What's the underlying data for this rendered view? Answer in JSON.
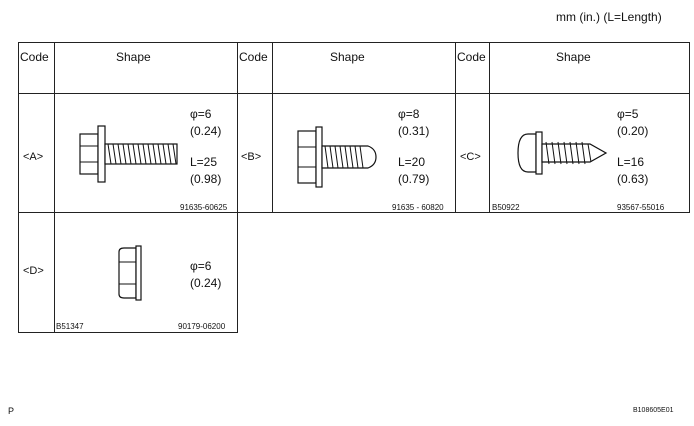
{
  "units_note": "mm (in.) (L=Length)",
  "headers": {
    "code": "Code",
    "shape": "Shape"
  },
  "fasteners": [
    {
      "code": "<A>",
      "dia": "φ=6",
      "dia_in": "(0.24)",
      "len": "L=25",
      "len_in": "(0.98)",
      "part": "91635-60625",
      "ref": ""
    },
    {
      "code": "<B>",
      "dia": "φ=8",
      "dia_in": "(0.31)",
      "len": "L=20",
      "len_in": "(0.79)",
      "part": "91635 - 60820",
      "ref": ""
    },
    {
      "code": "<C>",
      "dia": "φ=5",
      "dia_in": "(0.20)",
      "len": "L=16",
      "len_in": "(0.63)",
      "part": "93567-55016",
      "ref": "B50922"
    },
    {
      "code": "<D>",
      "dia": "φ=6",
      "dia_in": "(0.24)",
      "part": "90179-06200",
      "ref": "B51347"
    }
  ],
  "footer": {
    "left": "P",
    "right": "B108605E01"
  },
  "colors": {
    "line": "#222222",
    "background": "#ffffff"
  }
}
